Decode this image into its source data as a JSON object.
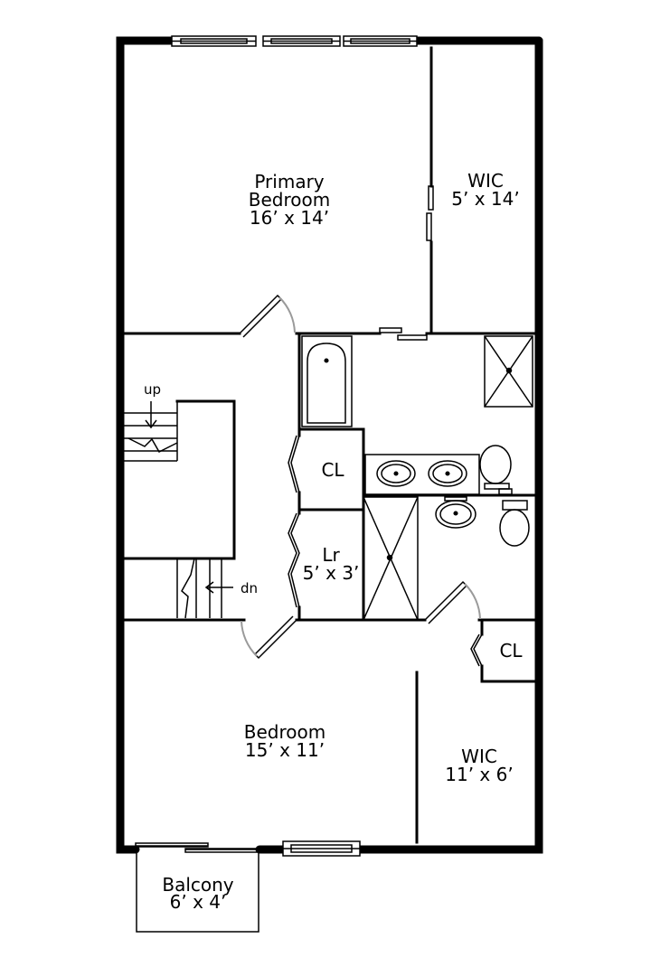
{
  "rooms": {
    "primary_bedroom": {
      "name_line1": "Primary",
      "name_line2": "Bedroom",
      "size": "16’ x 14’"
    },
    "primary_wic": {
      "name": "WIC",
      "size": "5’ x 14’"
    },
    "closet_upper": {
      "name": "CL"
    },
    "laundry": {
      "name": "Lr",
      "size": "5’ x 3’"
    },
    "closet_lower": {
      "name": "CL"
    },
    "bedroom": {
      "name": "Bedroom",
      "size": "15’ x 11’"
    },
    "bedroom_wic": {
      "name": "WIC",
      "size": "11’ x 6’"
    },
    "balcony": {
      "name": "Balcony",
      "size": "6’ x 4’"
    }
  },
  "stairs": {
    "up_label": "up",
    "down_label": "dn"
  }
}
